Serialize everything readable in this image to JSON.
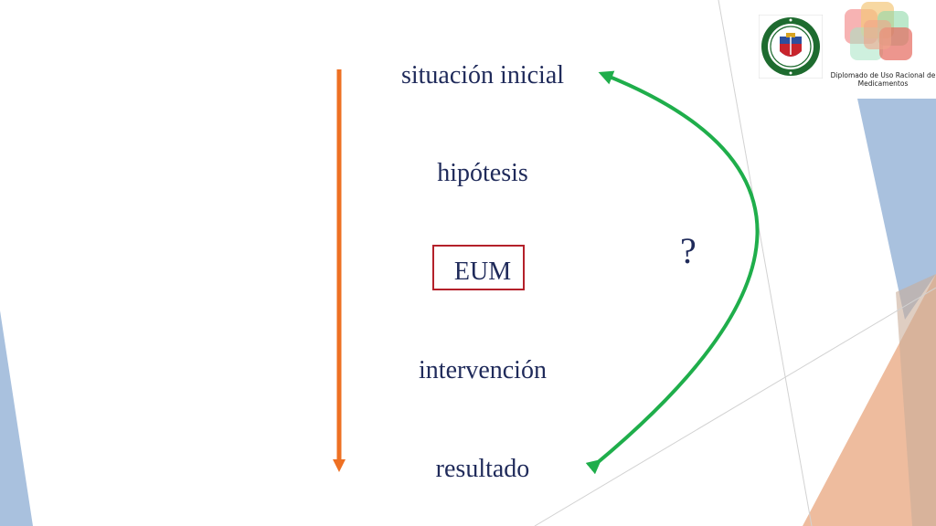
{
  "flow": {
    "steps": [
      {
        "label": "situación inicial"
      },
      {
        "label": "hipótesis"
      },
      {
        "label": "EUM",
        "highlighted": true
      },
      {
        "label": "intervención"
      },
      {
        "label": "resultado"
      }
    ],
    "down_arrow_color": "#ee7023",
    "feedback_arrow_color": "#1fae4b",
    "feedback_label": "?",
    "highlight_color": "#b4212a"
  },
  "branding": {
    "seal_icon": "university-seal-icon",
    "program_icon": "program-logo-icon",
    "program_caption_line1": "Diplomado de Uso Racional de",
    "program_caption_line2": "Medicamentos"
  },
  "theme": {
    "text_color": "#1f2a5a",
    "accent_blue": "#a9c1de",
    "accent_peach": "#eebc9e"
  }
}
